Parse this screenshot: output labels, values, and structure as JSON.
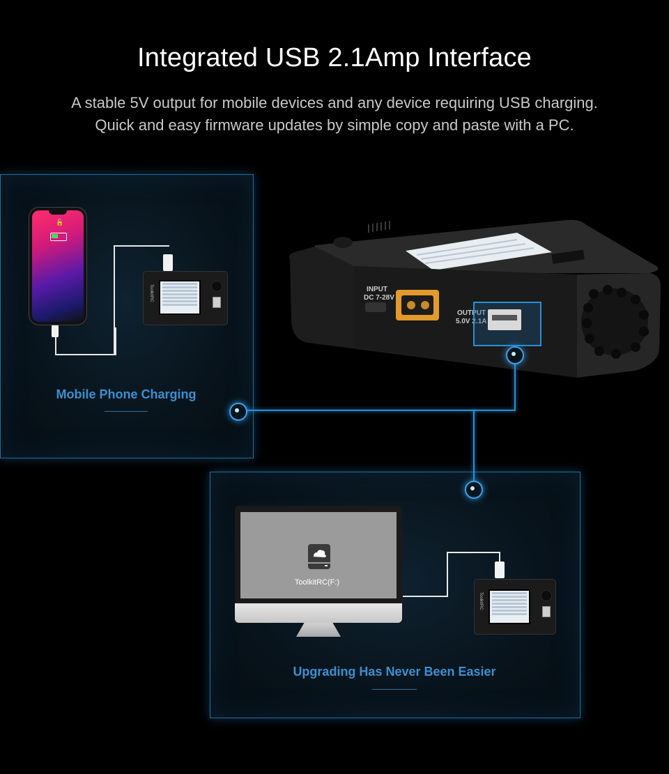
{
  "heading": {
    "title": "Integrated USB 2.1Amp Interface",
    "subtitle_line1": "A stable 5V output for mobile devices and any device requiring USB charging.",
    "subtitle_line2": "Quick and easy firmware updates by simple copy and paste with a PC."
  },
  "charger_labels": {
    "input": "INPUT",
    "input_voltage": "DC 7-28V",
    "output": "OUTPUT",
    "output_spec": "5.0V 2.1A"
  },
  "panels": {
    "phone_caption": "Mobile Phone Charging",
    "upgrade_caption": "Upgrading Has Never Been Easier",
    "drive_label": "ToolkitRC(F:)"
  },
  "colors": {
    "accent": "#3d8fd0",
    "connector": "#2b8fd6",
    "xt60": "#e39a2c"
  },
  "icons": [
    "drive-icon",
    "usb-port-icon",
    "phone-battery-icon"
  ]
}
